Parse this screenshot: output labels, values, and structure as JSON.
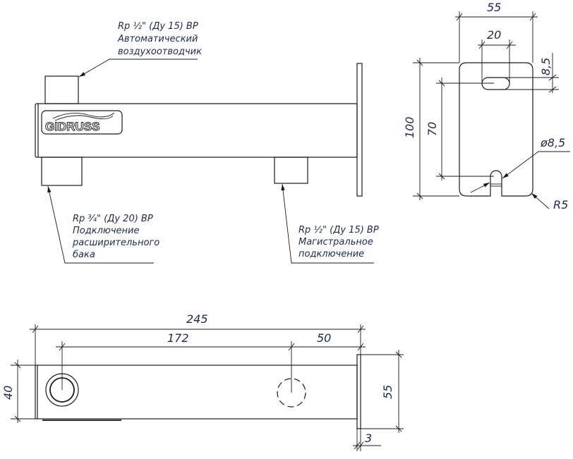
{
  "front_view": {
    "logo": "GIDRUSS",
    "callout_top": [
      "Rp ½\" (Ду 15) ВР",
      "Автоматический",
      "воздухоотводчик"
    ],
    "callout_left": [
      "Rp ¾\" (Ду 20) ВР",
      "Подключение",
      "расширительного",
      "бака"
    ],
    "callout_right": [
      "Rp ½\" (Ду 15) ВР",
      "Магистральное",
      "подключение"
    ]
  },
  "side_view": {
    "dim_width": "55",
    "dim_slot": "20",
    "dim_slot_offset": "8,5",
    "dim_height": "100",
    "dim_hole_spacing": "70",
    "dim_hole_diameter": "ø8,5",
    "dim_radius": "R5"
  },
  "top_view": {
    "dim_total": "245",
    "dim_spacing": "172",
    "dim_offset": "50",
    "dim_body": "40",
    "dim_flange": "55",
    "dim_flange_thickness": "3"
  },
  "colors": {
    "line": "#1a1a1a",
    "text": "#1f2a44"
  }
}
